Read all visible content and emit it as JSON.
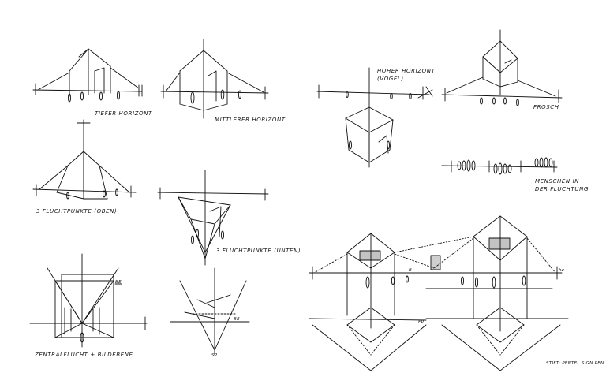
{
  "labels": {
    "tiefer": "TIEFER HORIZONT",
    "mittlerer": "MITTLERER HORIZONT",
    "hoher_1": "HOHER HORIZONT",
    "hoher_2": "(VOGEL)",
    "frosch": "FROSCH",
    "drei_oben": "3 FLUCHTPUNKTE (OBEN)",
    "drei_unten": "3 FLUCHTPUNKTE (UNTEN)",
    "menschen_1": "MENSCHEN IN",
    "menschen_2": "DER FLUCHTUNG",
    "zentral": "ZENTRALFLUCHT + BILDEBENE",
    "signature": "STIFT: PENTEL SIGN PEN",
    "be": "BE",
    "fp": "FP",
    "sp": "SP",
    "hz": "hz",
    "b": "B"
  },
  "colors": {
    "ink": "#111111",
    "paper": "#ffffff"
  }
}
